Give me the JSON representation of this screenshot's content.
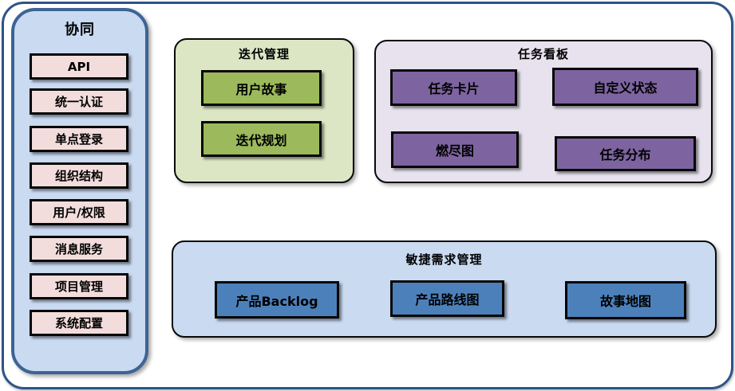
{
  "sidebar": {
    "title": "协同",
    "items": [
      "API",
      "统一认证",
      "单点登录",
      "组织结构",
      "用户/权限",
      "消息服务",
      "项目管理",
      "系统配置"
    ]
  },
  "groups": {
    "iteration": {
      "title": "迭代管理",
      "items": [
        "用户故事",
        "迭代规划"
      ]
    },
    "kanban": {
      "title": "任务看板",
      "items": [
        "任务卡片",
        "自定义状态",
        "燃尽图",
        "任务分布"
      ]
    },
    "requirements": {
      "title": "敏捷需求管理",
      "items": [
        "产品Backlog",
        "产品路线图",
        "故事地图"
      ]
    }
  },
  "colors": {
    "frame_border": "#2F5486",
    "sidebar_fill": "#C9DAF1",
    "sidebar_border": "#3C6494",
    "sidebar_item_fill": "#F3DDDC",
    "iteration_group_fill": "#DCE6C5",
    "iteration_item_fill": "#9CBA5C",
    "kanban_group_fill": "#E7E2EE",
    "kanban_item_fill": "#7D64A0",
    "requirements_group_fill": "#C9DAF1",
    "requirements_item_fill": "#4C80BA",
    "box_border": "#000000",
    "text": "#000000"
  }
}
